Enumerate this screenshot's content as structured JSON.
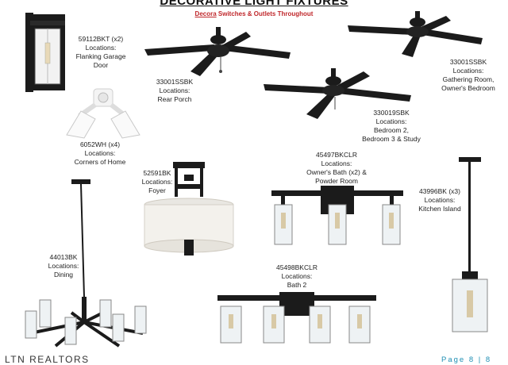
{
  "page": {
    "title": "DECORATIVE LIGHT FIXTURES",
    "subtitle_brand": "Decora",
    "subtitle_rest": " Switches & Outlets Throughout"
  },
  "fixtures": [
    {
      "model": "59112BKT (x2)",
      "locations_label": "Locations:",
      "location_lines": [
        "Flanking Garage",
        "Door"
      ]
    },
    {
      "model": "33001SSBK",
      "locations_label": "Locations:",
      "location_lines": [
        "Rear Porch"
      ]
    },
    {
      "model": "33001SSBK",
      "locations_label": "Locations:",
      "location_lines": [
        "Gathering Room,",
        "Owner's Bedroom"
      ]
    },
    {
      "model": "330019SBK",
      "locations_label": "Locations:",
      "location_lines": [
        "Bedroom 2,",
        "Bedroom 3 & Study"
      ]
    },
    {
      "model": "6052WH (x4)",
      "locations_label": "Locations:",
      "location_lines": [
        "Corners of Home"
      ]
    },
    {
      "model": "52591BK",
      "locations_label": "Locations:",
      "location_lines": [
        "Foyer"
      ]
    },
    {
      "model": "45497BKCLR",
      "locations_label": "Locations:",
      "location_lines": [
        "Owner's Bath (x2) &",
        "Powder Room"
      ]
    },
    {
      "model": "43996BK (x3)",
      "locations_label": "Locations:",
      "location_lines": [
        "Kitchen Island"
      ]
    },
    {
      "model": "44013BK",
      "locations_label": "Locations:",
      "location_lines": [
        "Dining"
      ]
    },
    {
      "model": "45498BKCLR",
      "locations_label": "Locations:",
      "location_lines": [
        "Bath 2"
      ]
    }
  ],
  "footer": {
    "brand": "LTN REALTORS",
    "page_word": "Page",
    "page_number": "8",
    "page_sep": "|",
    "page_total": "8"
  },
  "colors": {
    "accent_red": "#c0282c",
    "page_blue": "#1f8fb3",
    "fixture_black": "#1b1b1b"
  }
}
